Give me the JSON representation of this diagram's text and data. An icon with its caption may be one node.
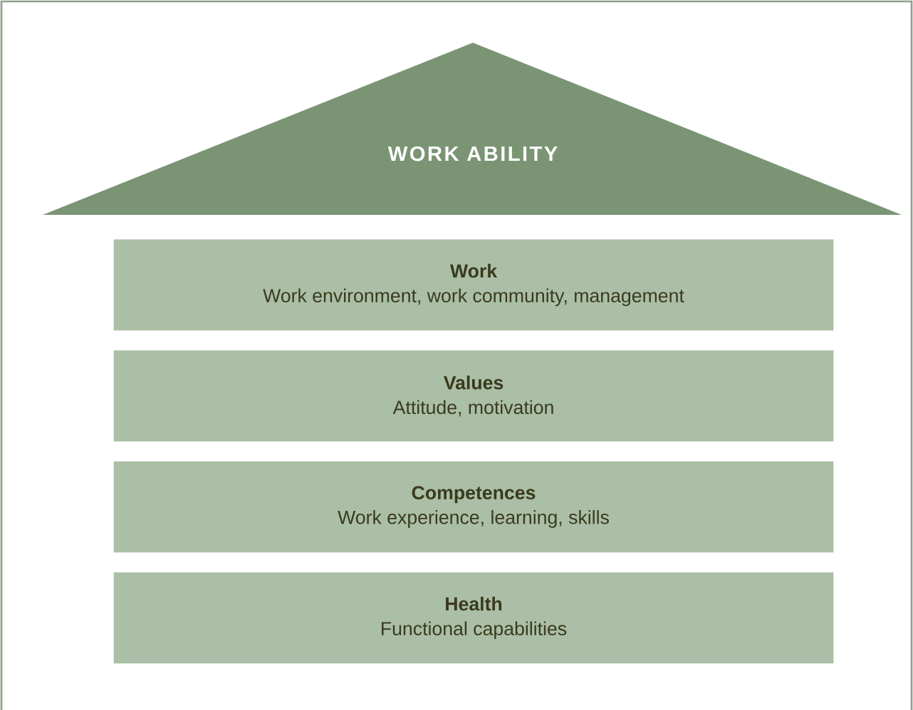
{
  "diagram": {
    "nodes": [
      {
        "text": [
          "WORK ABILITY"
        ]
      },
      {
        "text": [
          "Work",
          "Work environment, work community, management"
        ]
      },
      {
        "text": [
          "Values",
          "Attitude, motivation"
        ]
      },
      {
        "text": [
          "Competences",
          "Work experience, learning, skills"
        ]
      },
      {
        "text": [
          "Health",
          "Functional capabilities"
        ]
      }
    ]
  }
}
